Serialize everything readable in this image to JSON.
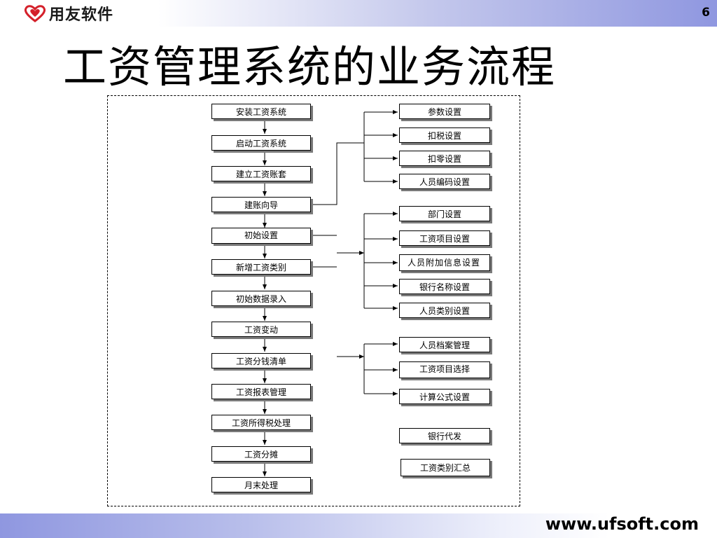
{
  "header": {
    "brand_name": "用友软件",
    "page_number": "6"
  },
  "slide": {
    "title": "工资管理系统的业务流程"
  },
  "flow": {
    "main_steps": [
      "安装工资系统",
      "启动工资系统",
      "建立工资账套",
      "建账向导",
      "初始设置",
      "新增工资类别",
      "初始数据录入",
      "工资变动",
      "工资分钱清单",
      "工资报表管理",
      "工资所得税处理",
      "工资分摊",
      "月末处理"
    ],
    "wizard_settings": [
      "参数设置",
      "扣税设置",
      "扣零设置",
      "人员编码设置"
    ],
    "initial_settings": [
      "部门设置",
      "工资项目设置",
      "人员附加信息设置",
      "银行名称设置",
      "人员类别设置"
    ],
    "change_settings": [
      "人员档案管理",
      "工资项目选择",
      "计算公式设置"
    ],
    "standalone": [
      "银行代发",
      "工资类别汇总"
    ]
  },
  "footer": {
    "url": "www.ufsoft.com"
  },
  "colors": {
    "band_blue": "#8f97e0",
    "logo_red": "#d4202a"
  }
}
